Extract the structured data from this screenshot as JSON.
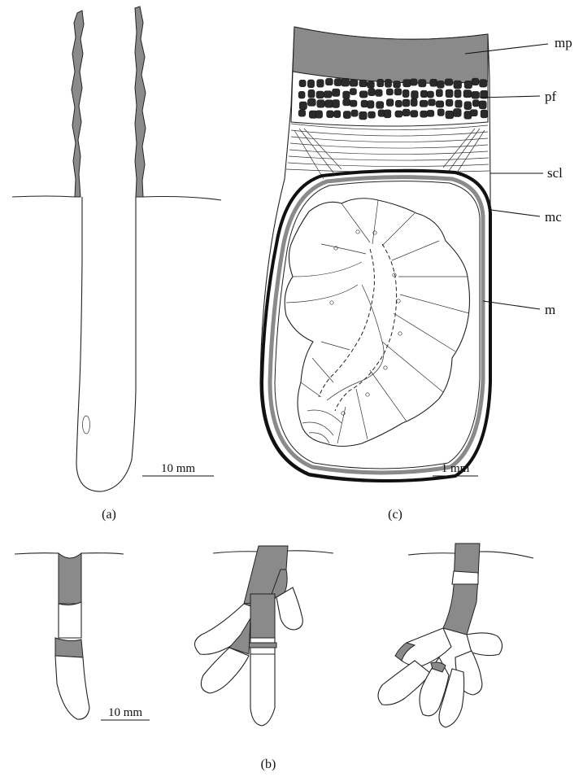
{
  "panels": {
    "a": {
      "label": "(a)",
      "scale_label": "10 mm"
    },
    "b": {
      "label": "(b)",
      "scale_label": "10 mm"
    },
    "c": {
      "label": "(c)",
      "scale_label": "1 mm",
      "annotations": [
        "mp",
        "pf",
        "scl",
        "mc",
        "m"
      ]
    }
  }
}
